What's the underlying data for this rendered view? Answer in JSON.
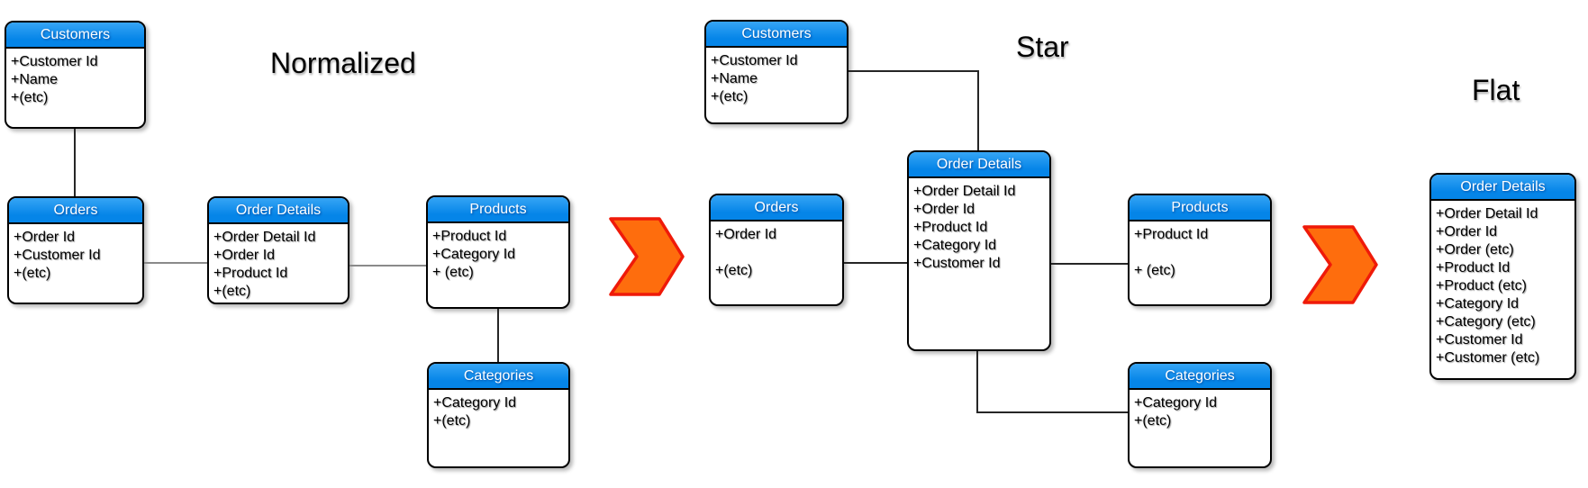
{
  "titles": {
    "normalized": "Normalized",
    "star": "Star",
    "flat": "Flat"
  },
  "colors": {
    "header_blue": "#0585e8",
    "header_blue_light": "#36a5f5",
    "header_text": "#ffffff",
    "text": "#000000",
    "arrow_fill": "#fe6d0d",
    "arrow_stroke": "#ef1a09",
    "connector_gray": "#8a8a8a",
    "connector_dark": "#262626"
  },
  "icons": {
    "arrow_1": "chevron-right-transform-arrow",
    "arrow_2": "chevron-right-transform-arrow"
  },
  "tables": {
    "norm_customers": {
      "title": "Customers",
      "fields": [
        "+Customer Id",
        "+Name",
        "+(etc)"
      ]
    },
    "norm_orders": {
      "title": "Orders",
      "fields": [
        "+Order Id",
        "+Customer Id",
        "+(etc)"
      ]
    },
    "norm_order_details": {
      "title": "Order Details",
      "fields": [
        "+Order Detail Id",
        "+Order Id",
        "+Product Id",
        "+(etc)"
      ]
    },
    "norm_products": {
      "title": "Products",
      "fields": [
        "+Product Id",
        "+Category Id",
        "+ (etc)"
      ]
    },
    "norm_categories": {
      "title": "Categories",
      "fields": [
        "+Category Id",
        "+(etc)"
      ]
    },
    "star_customers": {
      "title": "Customers",
      "fields": [
        "+Customer Id",
        "+Name",
        "+(etc)"
      ]
    },
    "star_orders": {
      "title": "Orders",
      "fields": [
        "+Order Id",
        "",
        "+(etc)"
      ]
    },
    "star_order_details": {
      "title": "Order Details",
      "fields": [
        "+Order Detail Id",
        "+Order Id",
        "+Product Id",
        "+Category Id",
        "+Customer Id"
      ]
    },
    "star_products": {
      "title": "Products",
      "fields": [
        "+Product Id",
        "",
        "+ (etc)"
      ]
    },
    "star_categories": {
      "title": "Categories",
      "fields": [
        "+Category Id",
        "+(etc)"
      ]
    },
    "flat_order_details": {
      "title": "Order Details",
      "fields": [
        "+Order Detail Id",
        "+Order Id",
        "+Order (etc)",
        "+Product Id",
        "+Product (etc)",
        "+Category Id",
        "+Category (etc)",
        "+Customer Id",
        "+Customer (etc)"
      ]
    }
  }
}
